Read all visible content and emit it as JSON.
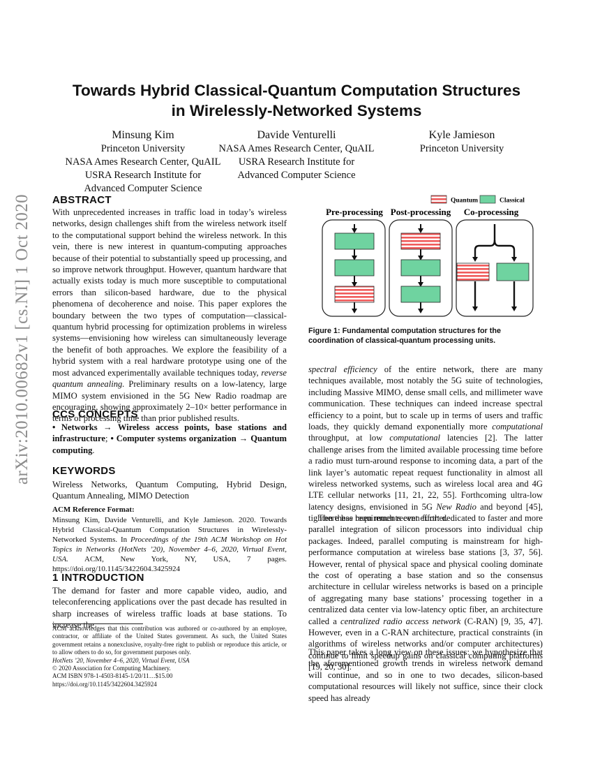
{
  "arxiv_stamp": "arXiv:2010.00682v1  [cs.NI]  1 Oct 2020",
  "title_line1": "Towards Hybrid Classical-Quantum Computation Structures",
  "title_line2": "in Wirelessly-Networked Systems",
  "authors": [
    {
      "name": "Minsung Kim",
      "affiliations": [
        "Princeton University",
        "NASA Ames Research Center, QuAIL",
        "USRA Research Institute for",
        "Advanced Computer Science"
      ]
    },
    {
      "name": "Davide Venturelli",
      "affiliations": [
        "NASA Ames Research Center, QuAIL",
        "USRA Research Institute for",
        "Advanced Computer Science"
      ]
    },
    {
      "name": "Kyle Jamieson",
      "affiliations": [
        "Princeton University"
      ]
    }
  ],
  "abstract": {
    "heading": "ABSTRACT",
    "text_a": "With unprecedented increases in traffic load in today’s wireless networks, design challenges shift from the wireless network itself to the computational support behind the wireless network. In this vein, there is new interest in quantum-computing approaches because of their potential to substantially speed up processing, and so improve network throughput. However, quantum hardware that actually exists today is much more susceptible to computational errors than silicon-based hardware, due to the physical phenomena of decoherence and noise. This paper explores the boundary between the two types of computation—classical-quantum hybrid processing for optimization problems in wireless systems—envisioning how wireless can simultaneously leverage the benefit of both approaches. We explore the feasibility of a hybrid system with a real hardware prototype using one of the most advanced experimentally available techniques today,",
    "text_em": "reverse quantum annealing.",
    "text_b": " Preliminary results on a low-latency, large MIMO system envisioned in the 5G New Radio roadmap are encouraging, showing approximately 2–10× better performance in terms of processing time than prior published results."
  },
  "ccs": {
    "heading": "CCS CONCEPTS",
    "bullet1": "• Networks → Wireless access points, base stations and infrastructure",
    "sep": "; ",
    "bullet2": "• Computer systems organization → Quantum computing",
    "end": "."
  },
  "keywords": {
    "heading": "KEYWORDS",
    "text": "Wireless Networks, Quantum Computing, Hybrid Design, Quantum Annealing, MIMO Detection"
  },
  "acm_ref": {
    "heading": "ACM Reference Format:",
    "text_a": "Minsung Kim, Davide Venturelli, and Kyle Jamieson. 2020. Towards Hybrid Classical-Quantum Computation Structures in Wirelessly-Networked Systems. In ",
    "text_em": "Proceedings of the 19th ACM Workshop on Hot Topics in Networks (HotNets ’20), November 4–6, 2020, Virtual Event, USA.",
    "text_b": " ACM, New York, NY, USA, 7 pages. https://doi.org/10.1145/3422604.3425924"
  },
  "intro": {
    "heading": "1   INTRODUCTION",
    "text": "The demand for faster and more capable video, audio, and teleconferencing applications over the past decade has resulted in sharp increases of wireless traffic loads at base stations. To increase the"
  },
  "footnote": {
    "line1": "ACM acknowledges that this contribution was authored or co-authored by an employee, contractor, or affiliate of the United States government. As such, the United States government retains a nonexclusive, royalty-free right to publish or reproduce this article, or to allow others to do so, for government purposes only.",
    "line2": "HotNets ’20, November 4–6, 2020, Virtual Event, USA",
    "line3": "© 2020 Association for Computing Machinery.",
    "line4": "ACM ISBN 978-1-4503-8145-1/20/11…$15.00",
    "line5": "https://doi.org/10.1145/3422604.3425924"
  },
  "figure": {
    "legend_quantum": "Quantum",
    "legend_classical": "Classical",
    "label_pre": "Pre-processing",
    "label_post": "Post-processing",
    "label_co": "Co-processing",
    "caption": "Figure 1: Fundamental computation structures for the coordination of classical-quantum processing units.",
    "color_classical": "#6fd3a0",
    "color_quantum": "#f05a5a"
  },
  "right": {
    "p1_em": "spectral efficiency",
    "p1_a": " of the entire network, there are many techniques available, most notably the 5G suite of technologies, including Massive MIMO, dense small cells, and millimeter wave communication. These techniques can indeed increase spectral efficiency to a point, but to scale up in terms of users and traffic loads, they quickly demand exponentially more ",
    "p1_em2": "computational",
    "p1_b": " throughput, at low ",
    "p1_em3": "computational",
    "p1_c": " latencies [2]. The latter challenge arises from the limited available processing time before a radio must turn-around response to incoming data, a part of the link layer’s automatic repeat request functionality in almost all wireless networked systems, such as wireless local area and 4G LTE cellular networks [11, 21, 22, 55]. Forthcoming ultra-low latency designs, envisioned in 5G ",
    "p1_em4": "New Radio",
    "p1_d": " and beyond [45], tighten these requirements even further.",
    "p2_a": "There has been much recent effort dedicated to faster and more parallel integration of silicon processors into individual chip packages. Indeed, parallel computing is mainstream for high-performance computation at wireless base stations [3, 37, 56]. However, rental of physical space and physical cooling dominate the cost of operating a base station and so the consensus architecture in cellular wireless networks is based on a principle of aggregating many base stations’ processing together in a centralized data center via low-latency optic fiber, an architecture called a ",
    "p2_em": "centralized radio access network",
    "p2_b": " (C-RAN) [9, 35, 47]. However, even in a C-RAN architecture, practical constraints (in algorithms of wireless networks and/or computer architectures) continue to limit speedup gains on classical computing platforms [19, 20, 30].",
    "p3": "This paper takes a long view on these issues: we hypothesize that the aforementioned growth trends in wireless network demand will continue, and so in one to two decades, silicon-based computational resources will likely not suffice, since their clock speed has already"
  }
}
